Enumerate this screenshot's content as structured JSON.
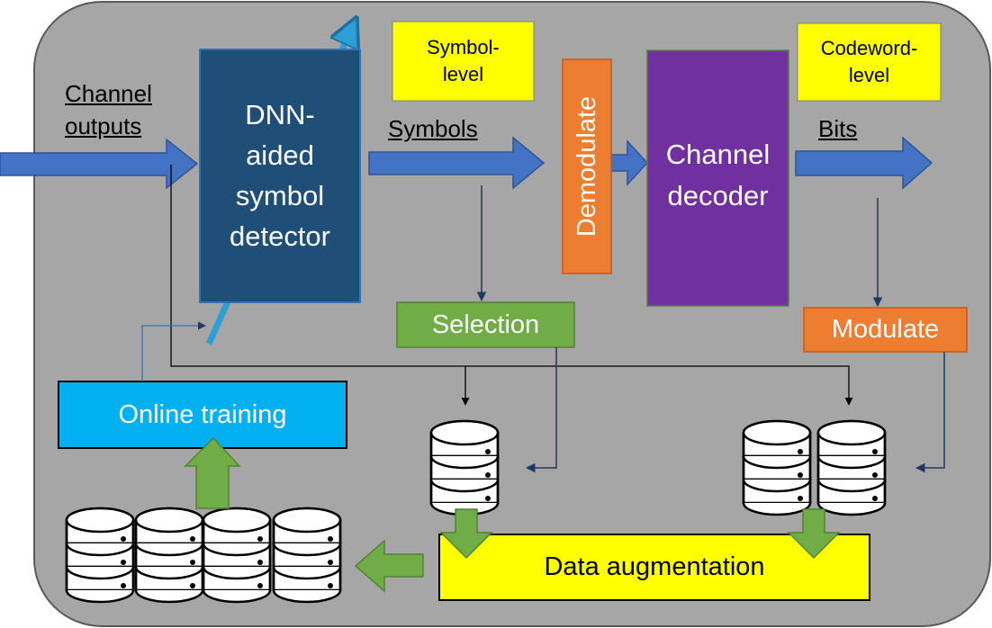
{
  "labels": {
    "channel_outputs": [
      "Channel",
      "outputs"
    ],
    "symbols": "Symbols",
    "bits": "Bits",
    "symbol_level": [
      "Symbol-",
      "level"
    ],
    "codeword_level": [
      "Codeword-",
      "level"
    ]
  },
  "blocks": {
    "detector": [
      "DNN-",
      "aided",
      "symbol",
      "detector"
    ],
    "demodulate": "Demodulate",
    "channel_decoder": [
      "Channel",
      "decoder"
    ],
    "selection": "Selection",
    "modulate": "Modulate",
    "online_training": "Online training",
    "data_augmentation": "Data augmentation"
  },
  "colors": {
    "background_panel": "#a6a6a6",
    "detector_block": "#1f4e79",
    "decoder_block": "#7030a0",
    "orange_block": "#ed7d31",
    "selection_block": "#70ad47",
    "training_block": "#00b0f0",
    "note_yellow": "#ffff00",
    "flow_arrow": "#4472c4",
    "data_arrow": "#70ad47",
    "thin_line": "#1f3864"
  },
  "icons": [
    "database-icon",
    "flow-arrow-icon",
    "connector-arrow-icon"
  ]
}
